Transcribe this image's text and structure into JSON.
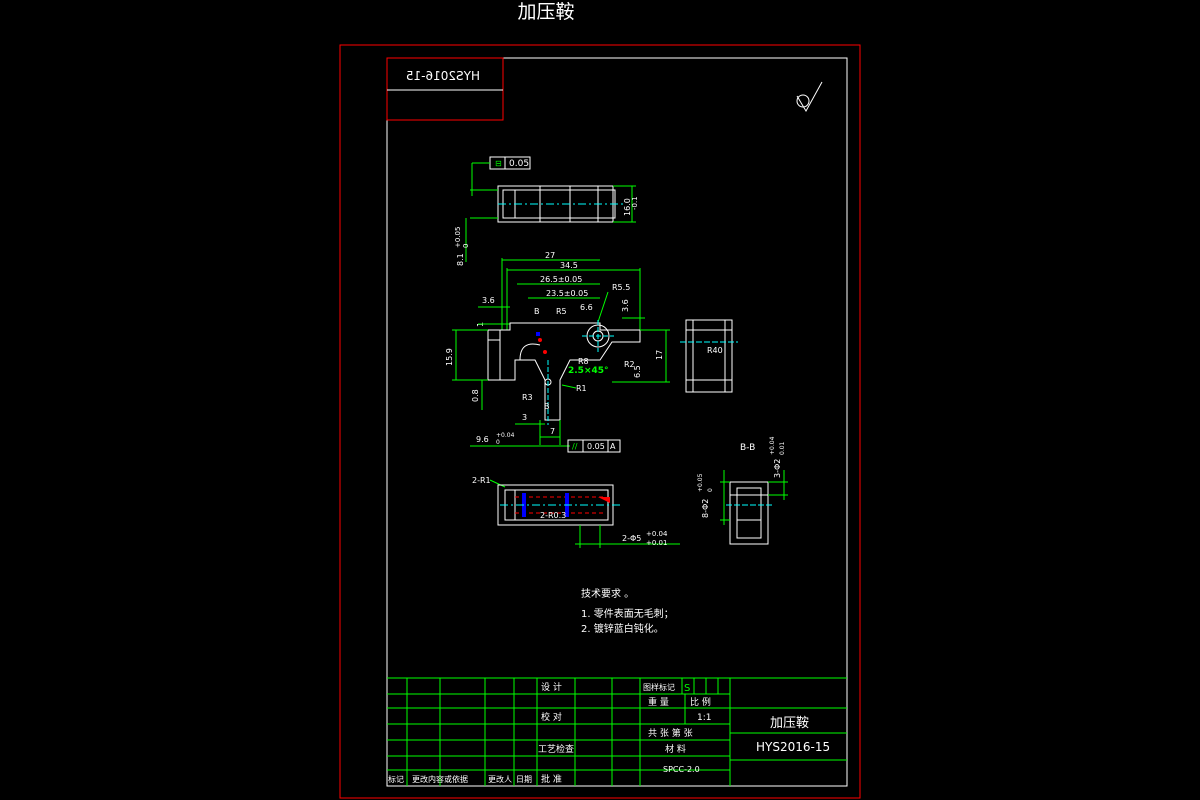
{
  "page": {
    "title": "加压鞍"
  },
  "drawing": {
    "part_number_mirrored": "HYS2016-15",
    "roughness_symbol": "finish-symbol-icon",
    "top_view": {
      "flatness_tol": "0.05",
      "dim_height": "16.0",
      "dim_height_tol": "-0.1",
      "dim_slot": "8.1",
      "dim_slot_tol": "+0.05",
      "dim_slot_tol2": "0"
    },
    "front_view": {
      "dim_27": "27",
      "dim_34_5": "34.5",
      "dim_26_5": "26.5±0.05",
      "dim_23_5": "23.5±0.05",
      "dim_r5_5": "R5.5",
      "dim_6_6": "6.6",
      "dim_r5": "R5",
      "dim_3_6_left": "3.6",
      "dim_3_6_right": "3.6",
      "dim_1": "1",
      "dim_15_9": "15.9",
      "dim_17": "17",
      "dim_r8": "R8",
      "dim_chamfer": "2.5×45°",
      "dim_r2": "R2",
      "dim_6_5": "6.5",
      "dim_r1": "R1",
      "dim_r3": "R3",
      "dim_0_8": "0.8",
      "dim_3": "3",
      "dim_7": "7",
      "dim_9_6": "9.6",
      "dim_9_6_tol": "+0.04",
      "dim_9_6_tol2": "0",
      "section_mark": "B",
      "parallel_tol": "0.05",
      "parallel_datum": "A"
    },
    "side_view": {
      "dim_r40": "R40"
    },
    "bottom_view": {
      "dim_2_r1": "2-R1",
      "dim_2_r0_3": "2-R0.3",
      "dim_holes": "2-Φ5",
      "dim_holes_tol": "+0.04",
      "dim_holes_tol2": "+0.01"
    },
    "section_view": {
      "label": "B-B",
      "dim_left": "8-Φ2",
      "dim_left_tol": "+0.05",
      "dim_left_tol2": "0",
      "dim_right": "3-Φ2",
      "dim_right_tol": "+0.04",
      "dim_right_tol2": "0.01"
    },
    "tech_requirements": {
      "heading": "技术要求 。",
      "items": [
        "1. 零件表面无毛刺；",
        "2. 镀锌蓝白钝化。"
      ]
    }
  },
  "title_block": {
    "design": "设 计",
    "check": "校 对",
    "process": "工艺检查",
    "approve": "批 准",
    "revision_headers": [
      "标记",
      "更改内容或依据",
      "更改人",
      "日期"
    ],
    "stage_mark": "图样标记",
    "stage_s": "S",
    "weight": "重 量",
    "scale": "比 例",
    "scale_value": "1:1",
    "sheets": "共 张 第 张",
    "material": "材 料",
    "material_value": "SPCC-2.0",
    "part_name": "加压鞍",
    "drawing_number": "HYS2016-15"
  },
  "colors": {
    "border": "#ff0000",
    "line": "#ffffff",
    "dimension": "#00ff00",
    "center": "#00ffff",
    "hidden": "#ffff00",
    "hatch_blue": "#0000ff"
  }
}
